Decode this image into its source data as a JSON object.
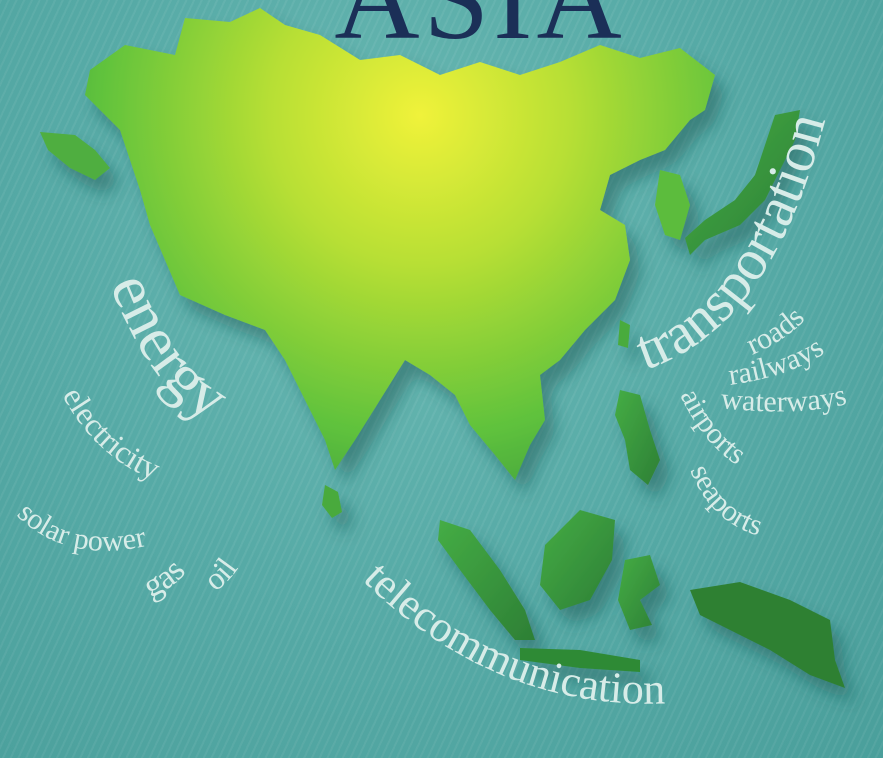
{
  "title": "ASIA",
  "energy": {
    "heading": "energy",
    "items": [
      "electricity",
      "solar power",
      "gas",
      "oil"
    ]
  },
  "transportation": {
    "heading": "transportation",
    "items": [
      "roads",
      "railways",
      "waterways",
      "airports",
      "seaports"
    ]
  },
  "telecom": {
    "heading": "telecommunication"
  },
  "colors": {
    "background": "#56aaa6",
    "land_center": "#eef23a",
    "land_edge": "#3aa53a",
    "title": "#1b2f57",
    "words": "#d7ece8"
  }
}
